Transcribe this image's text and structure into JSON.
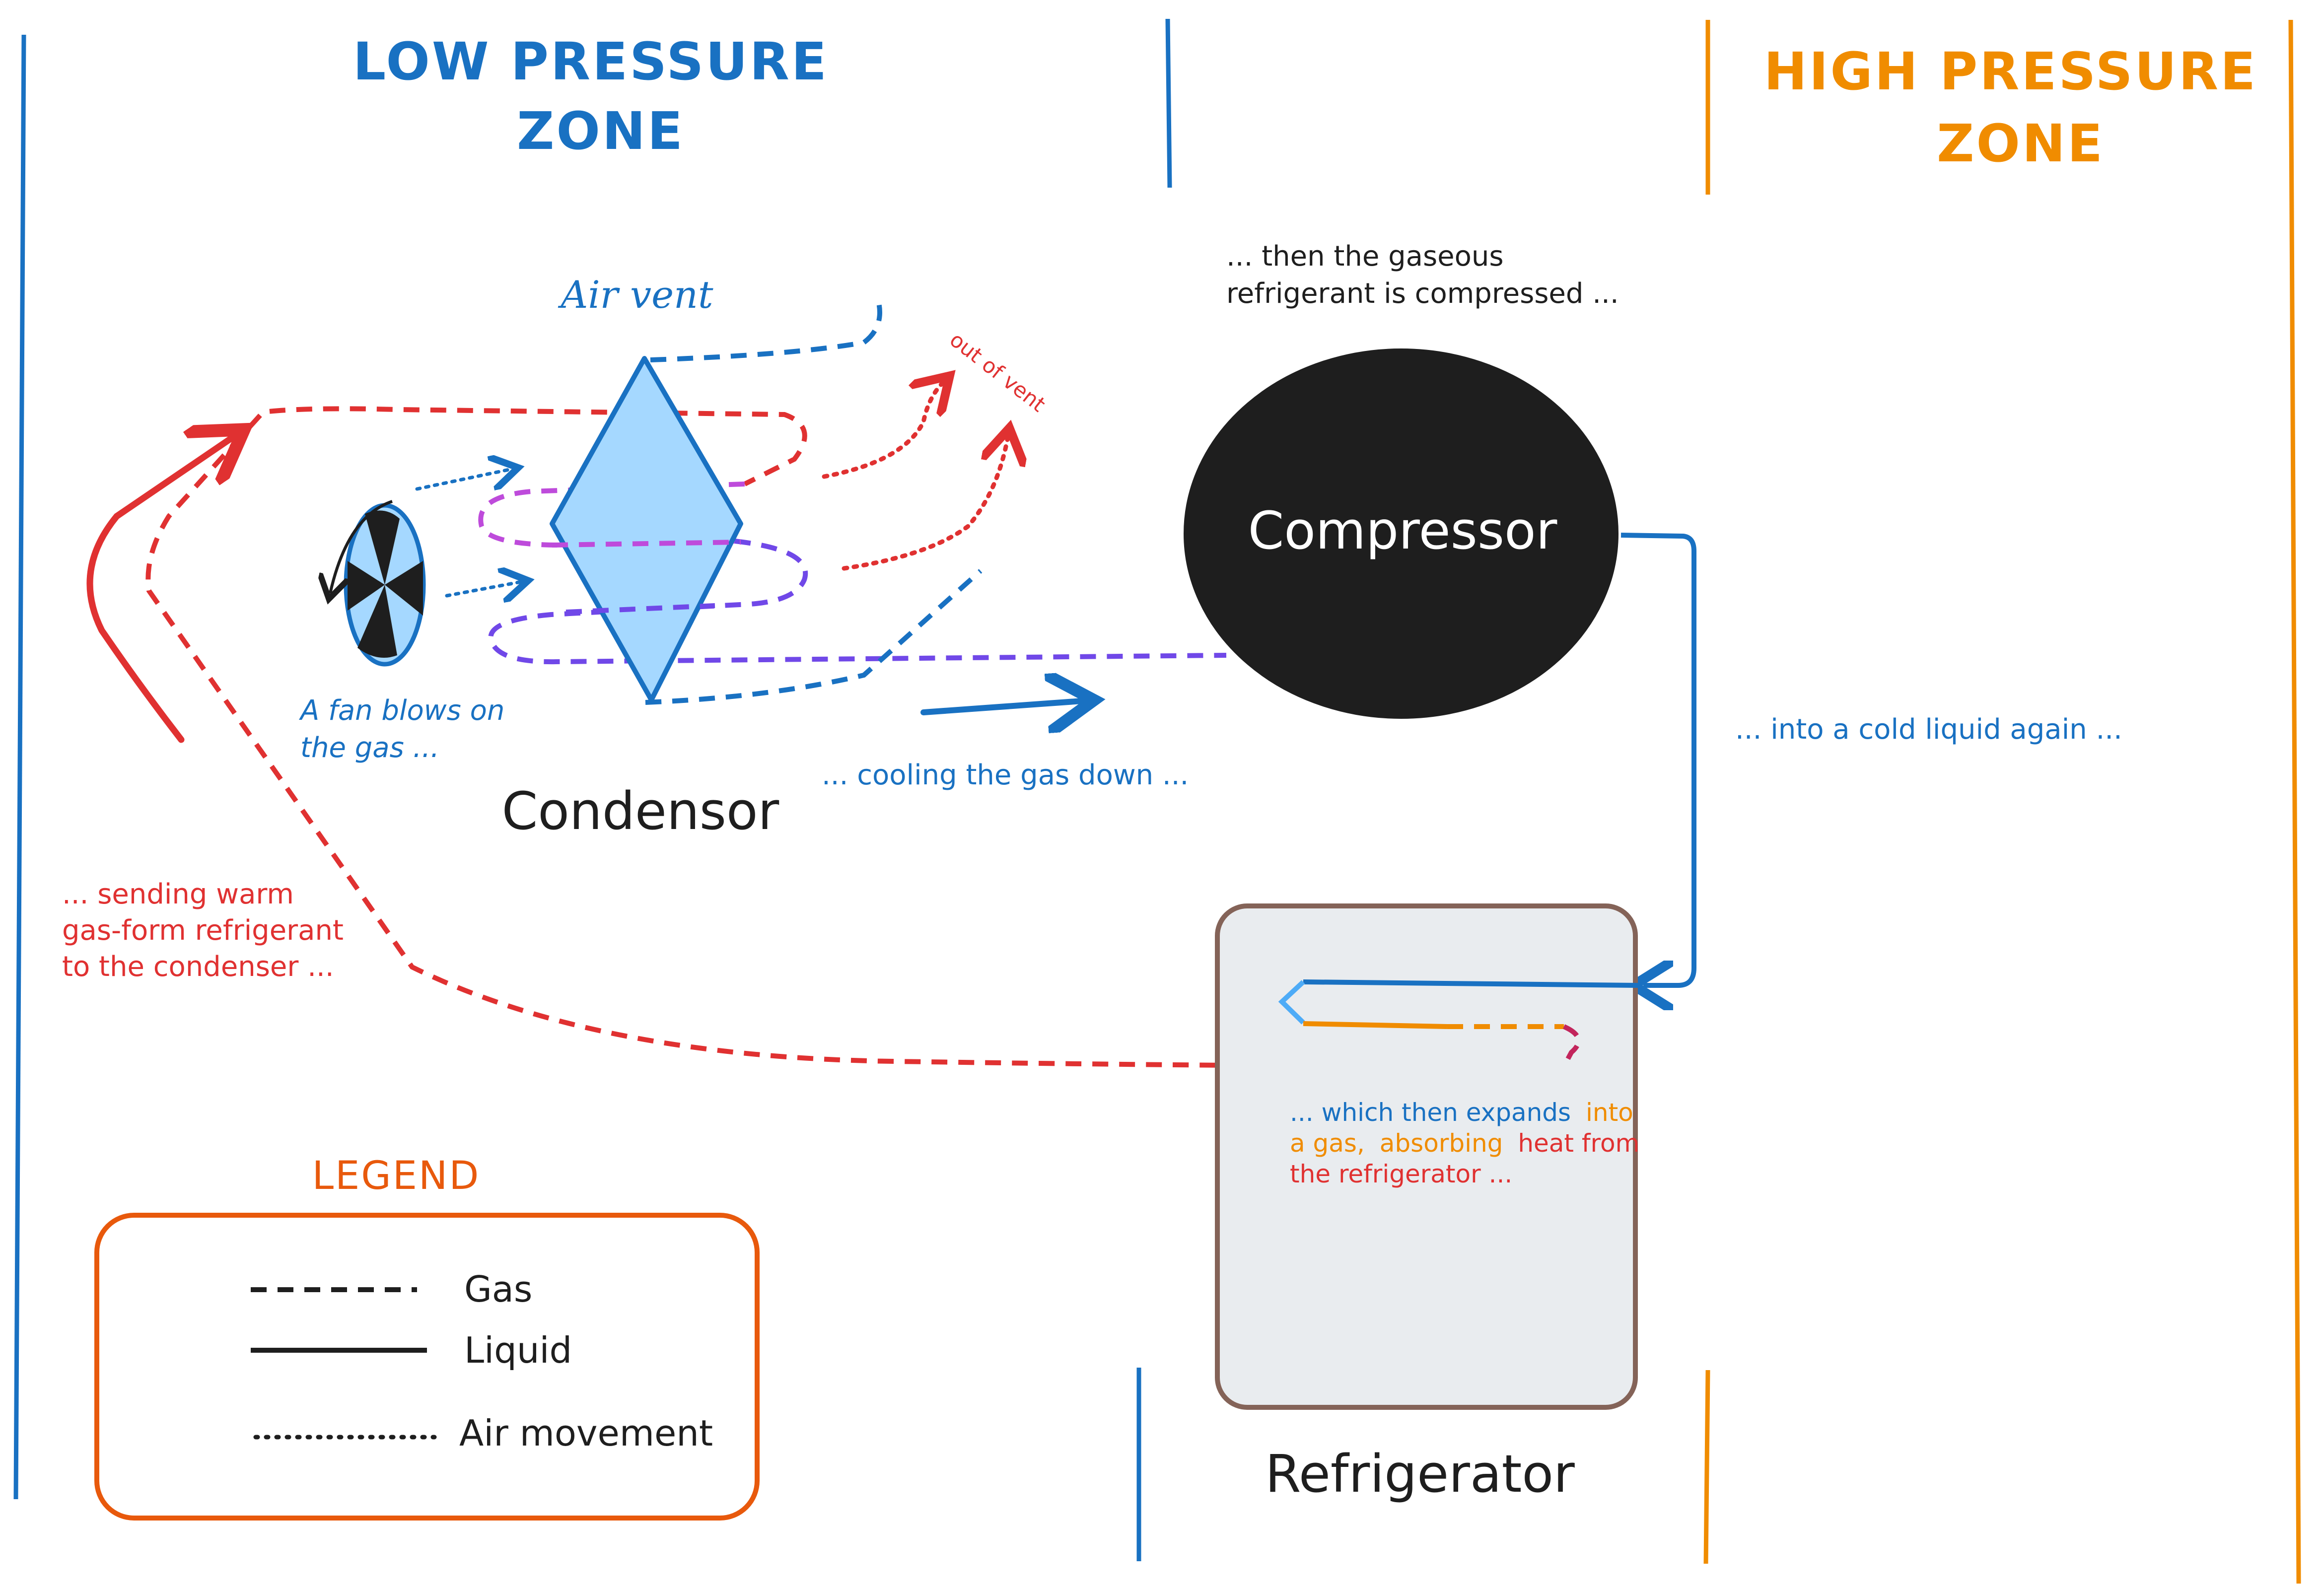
{
  "zones": {
    "low": {
      "line1": "LOW PRESSURE",
      "line2": "ZONE",
      "color": "#1971c2"
    },
    "high": {
      "line1": "HIGH PRESSURE",
      "line2": "ZONE",
      "color": "#f08c00"
    }
  },
  "components": {
    "compressor": "Compressor",
    "condensor": "Condensor",
    "refrigerator": "Refrigerator",
    "air_vent": "Air vent"
  },
  "annotations": {
    "compressed_line1": "... then the gaseous",
    "compressed_line2": "refrigerant is compressed ...",
    "fan_line1": "A fan blows on",
    "fan_line2": "the gas ...",
    "cooling": "... cooling the gas down ...",
    "cold_liquid": "... into a cold liquid again ...",
    "out_of_vent": "out of vent",
    "sending_line1": "... sending warm",
    "sending_line2": "gas-form refrigerant",
    "sending_line3": "to the condenser ...",
    "expand_line1": "... which then expands",
    "expand_line1_end": "into",
    "expand_line2_start": "a gas,",
    "expand_line2_mid": "absorbing",
    "expand_line2_end": "heat from",
    "expand_line3": "the refrigerator ..."
  },
  "legend": {
    "title": "LEGEND",
    "gas": "Gas",
    "liquid": "Liquid",
    "air": "Air movement"
  },
  "colors": {
    "blue": "#1971c2",
    "orange": "#f08c00",
    "red": "#e03131",
    "purple": "#7048e8",
    "magenta": "#be4bdb",
    "light_blue_fill": "#a5d8ff",
    "fridge_fill": "#e9ecef",
    "fridge_border": "#846358",
    "legend_border": "#e8590c"
  }
}
